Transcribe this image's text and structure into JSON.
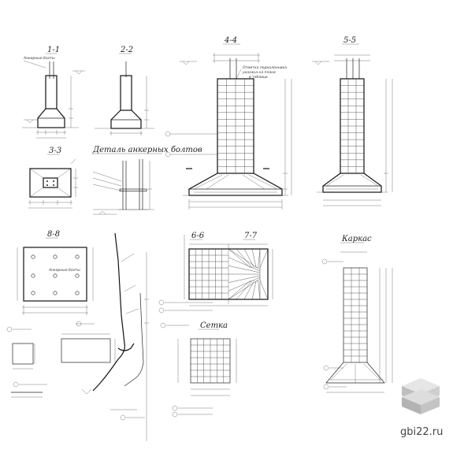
{
  "views": {
    "v11": {
      "title": "1-1",
      "label": "Анкерные болты"
    },
    "v22": {
      "title": "2-2"
    },
    "v33": {
      "title": "3-3"
    },
    "v44": {
      "title": "4-4",
      "note1": "Отметка подколонника",
      "note2": "указана на плане",
      "note3": "в таблице"
    },
    "v55": {
      "title": "5-5"
    },
    "vdet": {
      "title": "Деталь анкерных болтов"
    },
    "v88": {
      "title": "8-8",
      "label": "Анкерные болты"
    },
    "v66": {
      "title": "6-6"
    },
    "v77": {
      "title": "7-7"
    },
    "setka": {
      "title": "Сетка"
    },
    "karkas": {
      "title": "Каркас"
    }
  },
  "watermark": {
    "text": "gbi22.ru"
  }
}
